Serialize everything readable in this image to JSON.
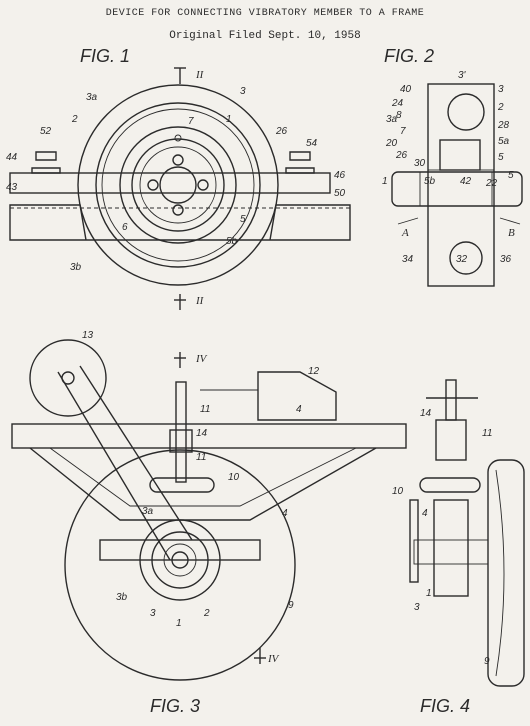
{
  "header": {
    "title": "DEVICE FOR CONNECTING VIBRATORY MEMBER TO A FRAME",
    "subtitle": "Original Filed Sept. 10, 1958"
  },
  "figures": {
    "fig1": "FIG. 1",
    "fig2": "FIG. 2",
    "fig3": "FIG. 3",
    "fig4": "FIG. 4"
  },
  "sections": {
    "fig1_top": "II",
    "fig1_bottom": "II",
    "fig3_top": "IV",
    "fig3_bottom": "IV",
    "fig2_a": "A",
    "fig2_b": "B"
  },
  "labels": {
    "fig1": [
      "3a",
      "3",
      "2",
      "1",
      "7",
      "26",
      "52",
      "54",
      "44",
      "46",
      "43",
      "50",
      "6",
      "5",
      "5b",
      "3b"
    ],
    "fig2": [
      "3'",
      "40",
      "3",
      "24",
      "2",
      "3a",
      "28",
      "8",
      "7",
      "5a",
      "20",
      "26",
      "30",
      "5",
      "1",
      "5b",
      "42",
      "22",
      "5",
      "34",
      "32",
      "36"
    ],
    "fig3": [
      "13",
      "12",
      "11",
      "4",
      "14",
      "11",
      "10",
      "4",
      "3a",
      "3b",
      "3",
      "1",
      "2",
      "9"
    ],
    "fig4": [
      "14",
      "11",
      "10",
      "4",
      "1",
      "3",
      "9"
    ]
  }
}
